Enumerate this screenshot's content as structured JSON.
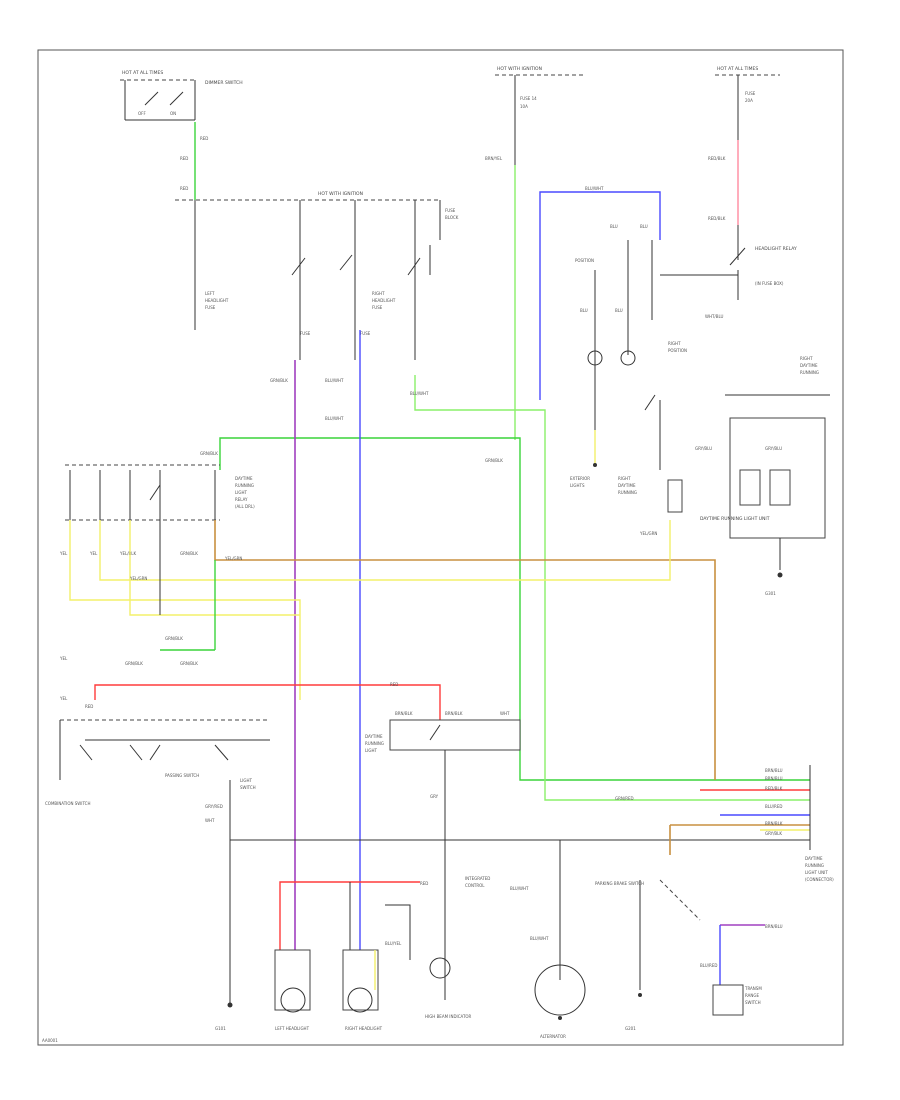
{
  "diagram": {
    "labels": {
      "fuse_top_left": "HOT AT ALL TIMES",
      "fuse_top_mid": "HOT WITH IGNITION",
      "fuse_top_right": "HOT AT ALL TIMES",
      "dimmer_switch": "DIMMER SWITCH",
      "left_headlight": "LEFT HEADLIGHT",
      "right_headlight": "RIGHT HEADLIGHT",
      "combination_switch": "COMBINATION SWITCH",
      "passing_switch": "PASSING SWITCH",
      "headlight_relay": "HEADLIGHT RELAY",
      "daytime_running_light_unit": "DAYTIME RUNNING LIGHT UNIT",
      "alternator": "ALTERNATOR",
      "parking_brake_switch": "PARKING BRAKE SWITCH",
      "left_headlight_bottom": "LEFT HEADLIGHT",
      "right_headlight_bottom": "RIGHT HEADLIGHT",
      "high_beam_indicator": "HIGH BEAM INDICATOR",
      "ground_left": "G101",
      "ground_mid": "G201",
      "ground_right": "G301",
      "footer_code": "AA0001"
    }
  }
}
